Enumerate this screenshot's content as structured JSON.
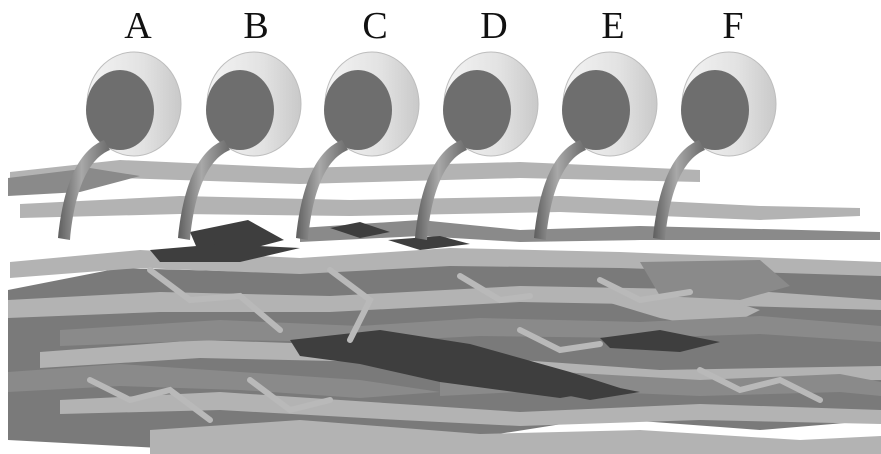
{
  "labels": [
    {
      "text": "A"
    },
    {
      "text": "B"
    },
    {
      "text": "C"
    },
    {
      "text": "D"
    },
    {
      "text": "E"
    },
    {
      "text": "F"
    }
  ],
  "colors": {
    "light_gray": "#b0b0b0",
    "mid_gray": "#7a7a7a",
    "dark_gray": "#3e3e3e",
    "cylinder_face": "#6e6e6e",
    "cylinder_shell": "#e9e9e9"
  }
}
